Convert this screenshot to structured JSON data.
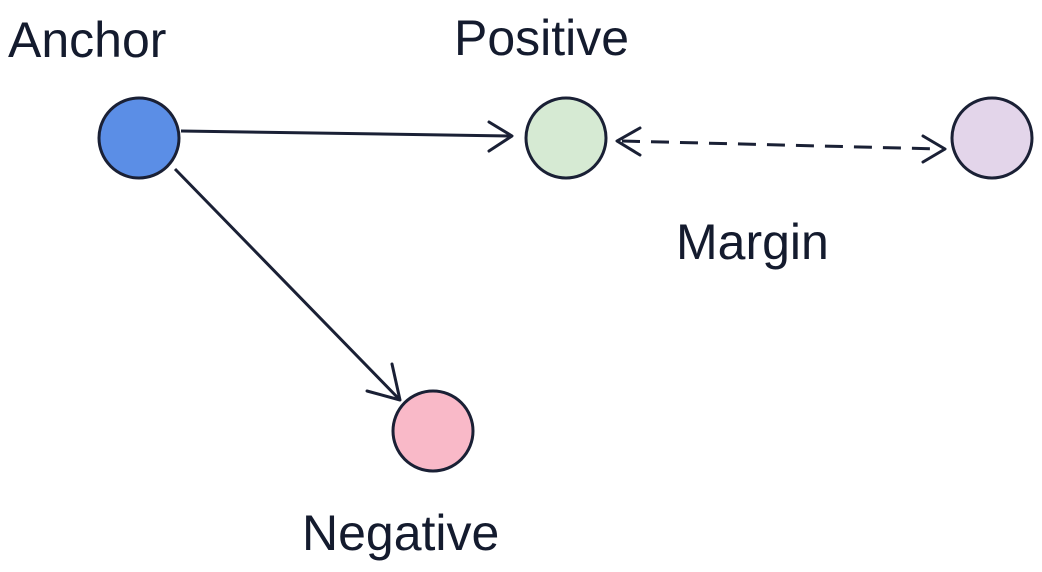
{
  "nodes": {
    "anchor": {
      "label": "Anchor",
      "fill": "#5b8ee6"
    },
    "positive": {
      "label": "Positive",
      "fill": "#d6ead3"
    },
    "negative": {
      "label": "Negative",
      "fill": "#f9b9c8"
    },
    "extra": {
      "label": "",
      "fill": "#e3d5ea"
    }
  },
  "margin_label": "Margin",
  "colors": {
    "stroke": "#1a2035",
    "text": "#141b2e"
  }
}
